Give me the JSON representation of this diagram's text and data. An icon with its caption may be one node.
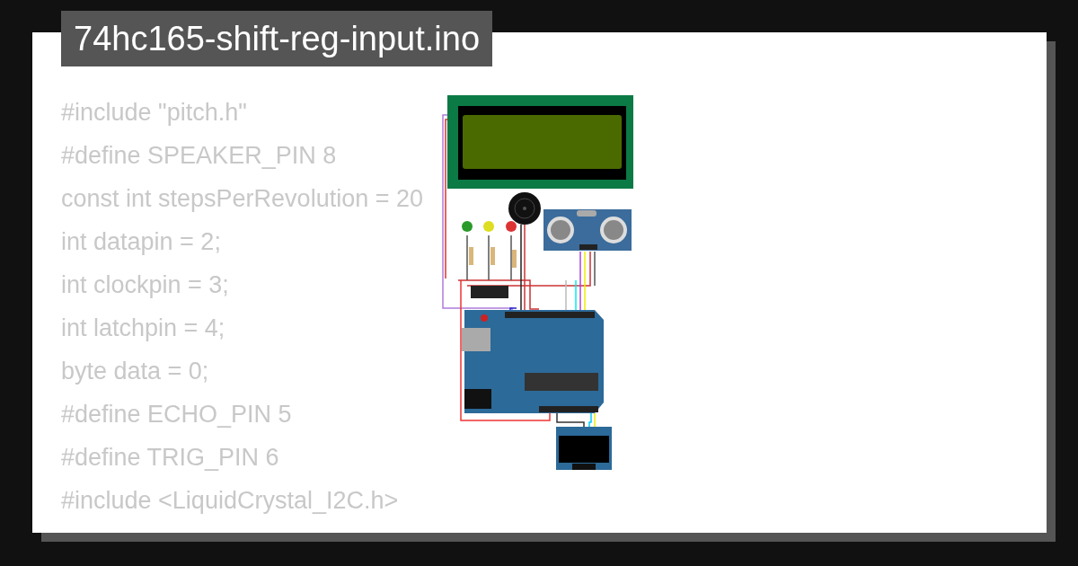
{
  "diagram": {
    "title": "74hc165-shift-reg-input.ino",
    "labels": [
      "#include \"pitch.h\"",
      "#define SPEAKER_PIN 8",
      "const int stepsPerRevolution = 20",
      "int datapin = 2;",
      "int clockpin = 3;",
      "int latchpin = 4;",
      "byte data = 0;",
      "#define ECHO_PIN 5",
      "#define TRIG_PIN 6",
      "#include <LiquidCrystal_I2C.h>"
    ]
  }
}
